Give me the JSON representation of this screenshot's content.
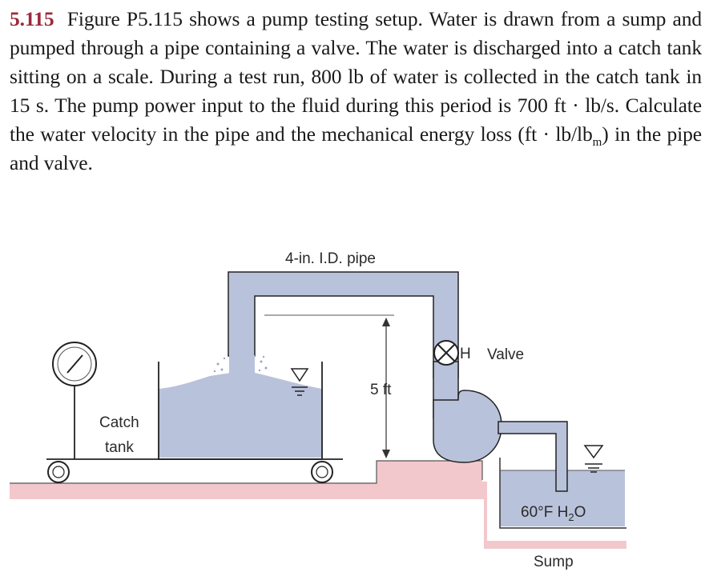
{
  "problem": {
    "number": "5.115",
    "line1": "Figure P5.115 shows a pump testing setup. Water is drawn",
    "line2": "from a sump and pumped through a pipe containing a valve. The",
    "line3": "water is discharged into a catch tank sitting on a scale. During a",
    "line4": "test run, 800 lb of water is collected in the catch tank in 15 s. The",
    "line5": "pump power input to the fluid during this period is 700 ft · lb/s.",
    "line6": "Calculate the water velocity in the pipe and the mechanical energy",
    "line7a": "loss (ft · lb/lb",
    "line7sub": "m",
    "line7b": ") in the pipe and valve."
  },
  "figure": {
    "pipe_label": "4-in. I.D. pipe",
    "valve_label": "Valve",
    "valve_handle": "H",
    "height_label": "5 ft",
    "catch_tank_label_1": "Catch",
    "catch_tank_label_2": "tank",
    "water_label_a": "60°F H",
    "water_label_sub": "2",
    "water_label_b": "O",
    "sump_label": "Sump",
    "colors": {
      "water": "#b9c2db",
      "pipe": "#b9c2db",
      "ground": "#f2c8cc",
      "outline": "#1f1f1f"
    }
  }
}
